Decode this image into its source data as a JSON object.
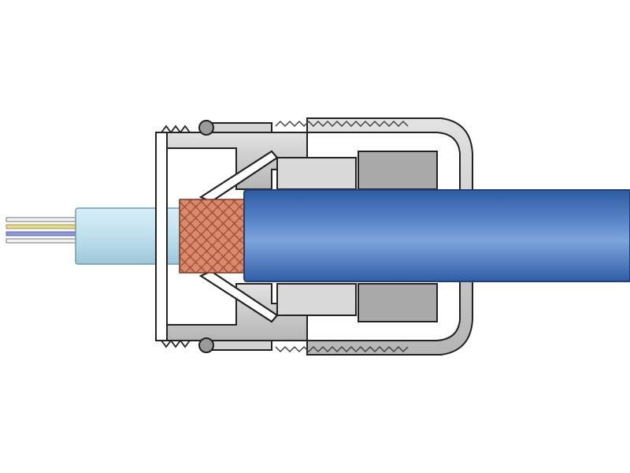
{
  "diagram": {
    "subject": "cable-gland-cross-section",
    "colors": {
      "background": "#ffffff",
      "outer_sheath": "#4f7dc4",
      "outer_sheath_dark": "#2d5aa0",
      "outer_sheath_light": "#a9c6ee",
      "inner_sheath": "#bfe0ee",
      "inner_sheath_edge": "#6f9ab0",
      "braid": "#d9876a",
      "braid_dark": "#a7553a",
      "metal_body": "#c9c9c9",
      "metal_dark": "#8e8e8e",
      "outline": "#222222",
      "wire_yellow": "#e6dc8a",
      "wire_blue": "#8c98d8",
      "wire_white": "#f4f4f4"
    },
    "parts": [
      "outer-sheath",
      "braided-screen",
      "inner-sheath",
      "conductors",
      "gland-body",
      "cap-nut",
      "seal",
      "cone-clamp",
      "o-ring"
    ]
  }
}
